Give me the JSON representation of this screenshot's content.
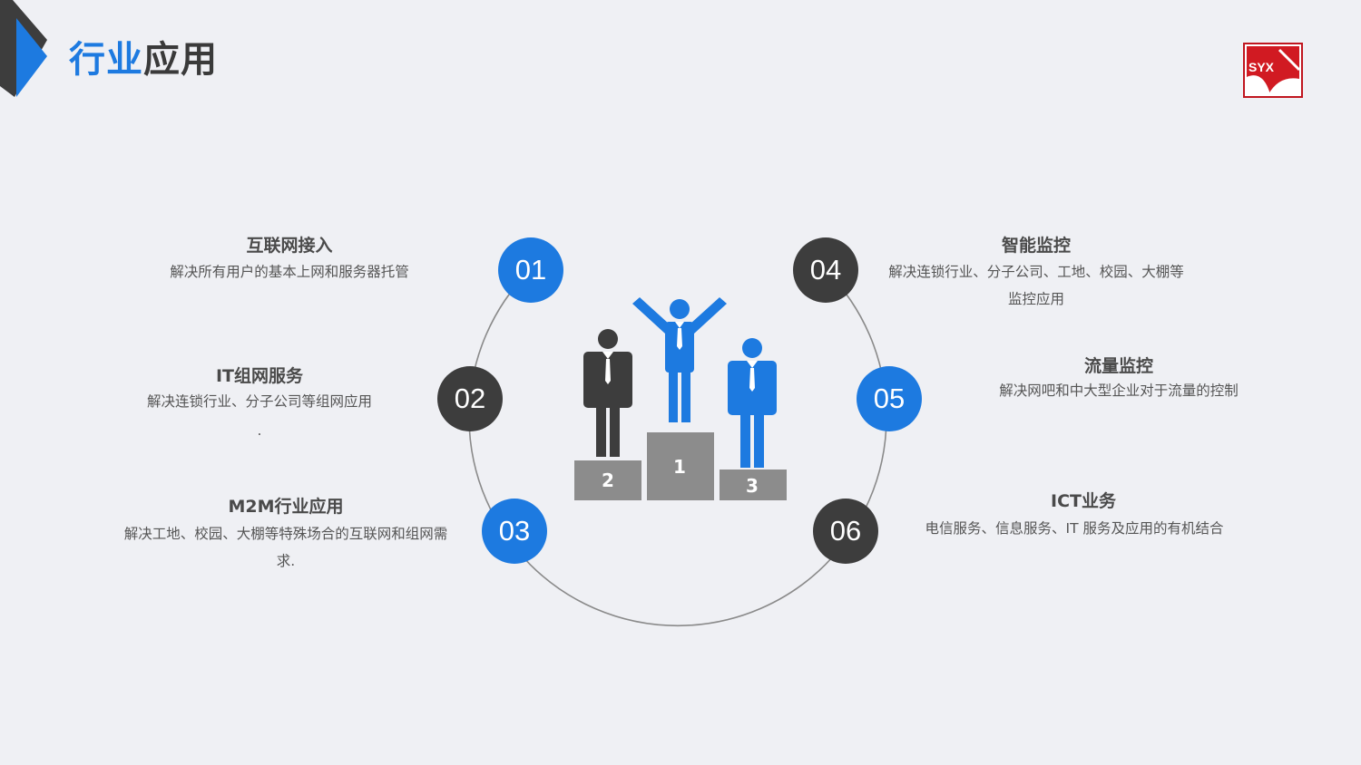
{
  "header": {
    "title_part1": "行业",
    "title_part2": "应用"
  },
  "logo": {
    "text": "SYX"
  },
  "colors": {
    "accent": "#1d7ae0",
    "dark": "#3d3d3d",
    "podium": "#8c8c8c",
    "background": "#eff0f4"
  },
  "podium": {
    "first": "1",
    "second": "2",
    "third": "3"
  },
  "items": [
    {
      "num": "01",
      "title": "互联网接入",
      "desc": "解决所有用户的基本上网和服务器托管"
    },
    {
      "num": "02",
      "title": "IT组网服务",
      "desc": "解决连锁行业、分子公司等组网应用",
      "desc_extra": "."
    },
    {
      "num": "03",
      "title": "M2M行业应用",
      "desc": "解决工地、校园、大棚等特殊场合的互联网和组网需求."
    },
    {
      "num": "04",
      "title": "智能监控",
      "desc": "解决连锁行业、分子公司、工地、校园、大棚等监控应用"
    },
    {
      "num": "05",
      "title": "流量监控",
      "desc": "解决网吧和中大型企业对于流量的控制"
    },
    {
      "num": "06",
      "title": "ICT业务",
      "desc": "电信服务、信息服务、IT 服务及应用的有机结合"
    }
  ]
}
